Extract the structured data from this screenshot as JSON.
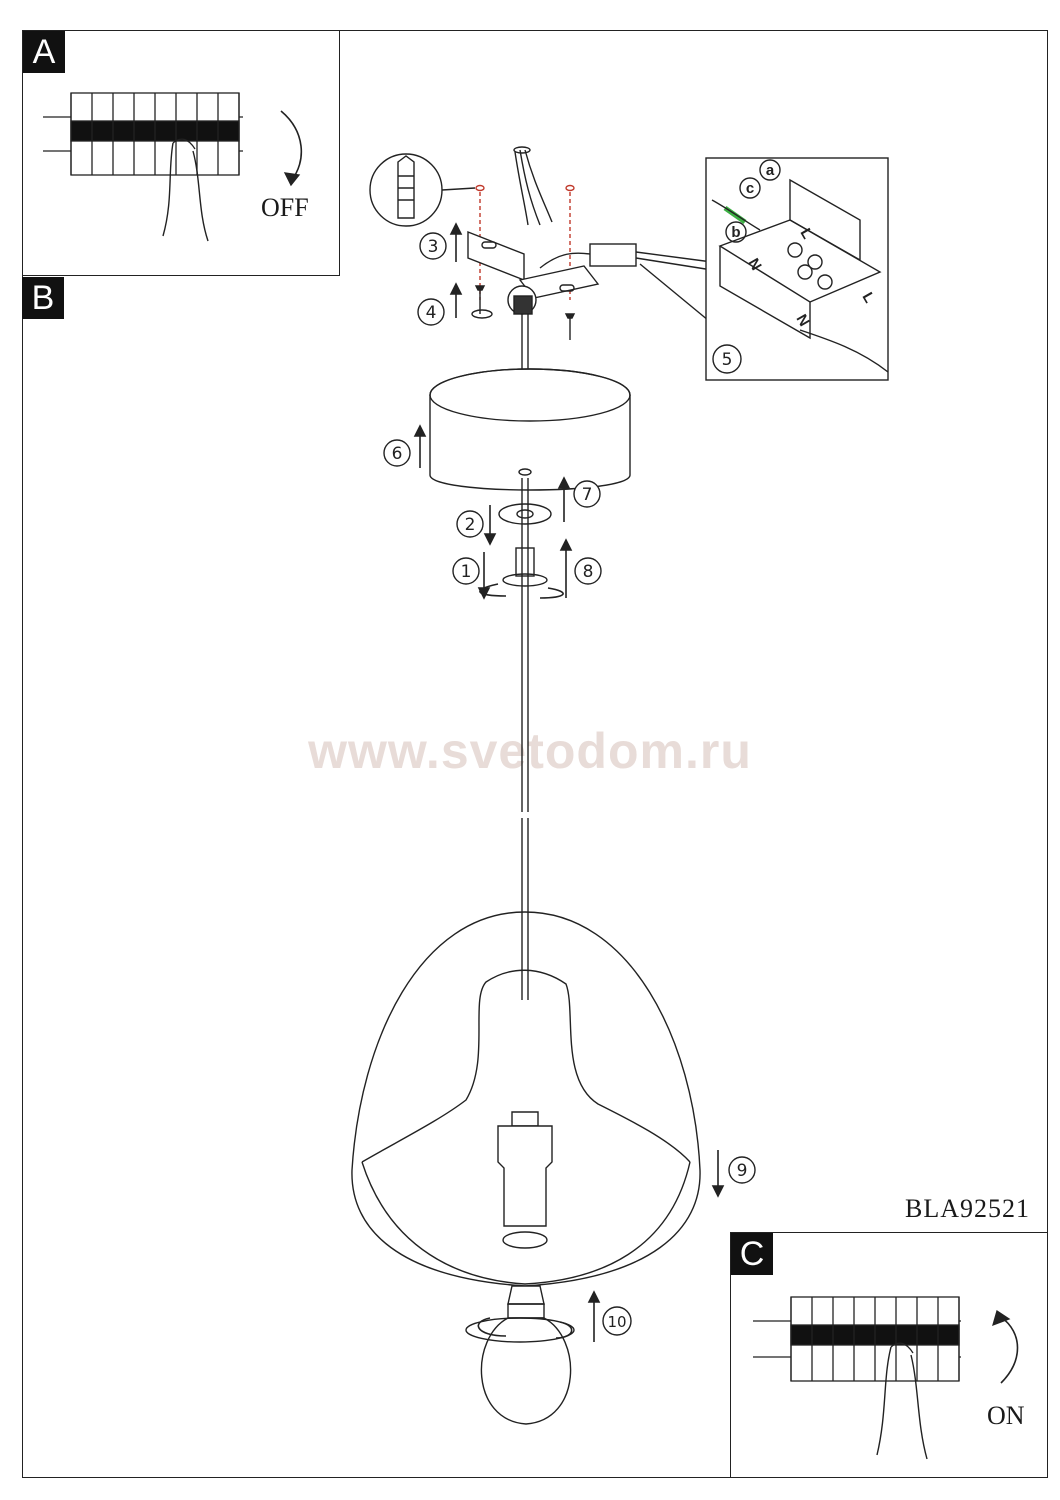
{
  "panels": {
    "a": {
      "label": "A",
      "switch_text": "OFF"
    },
    "b": {
      "label": "B"
    },
    "c": {
      "label": "C",
      "switch_text": "ON"
    }
  },
  "model_code": "BLA92521",
  "watermark": "www.svetodom.ru",
  "steps": [
    "1",
    "2",
    "3",
    "4",
    "5",
    "6",
    "7",
    "8",
    "9",
    "10"
  ],
  "terminal_labels": {
    "a": "a",
    "b": "b",
    "c": "c",
    "n": "N",
    "l": "L"
  },
  "colors": {
    "line": "#222222",
    "guide_line": "#c0392b",
    "wire_highlight": "#3cb043",
    "watermark": "#e8dcd8"
  }
}
